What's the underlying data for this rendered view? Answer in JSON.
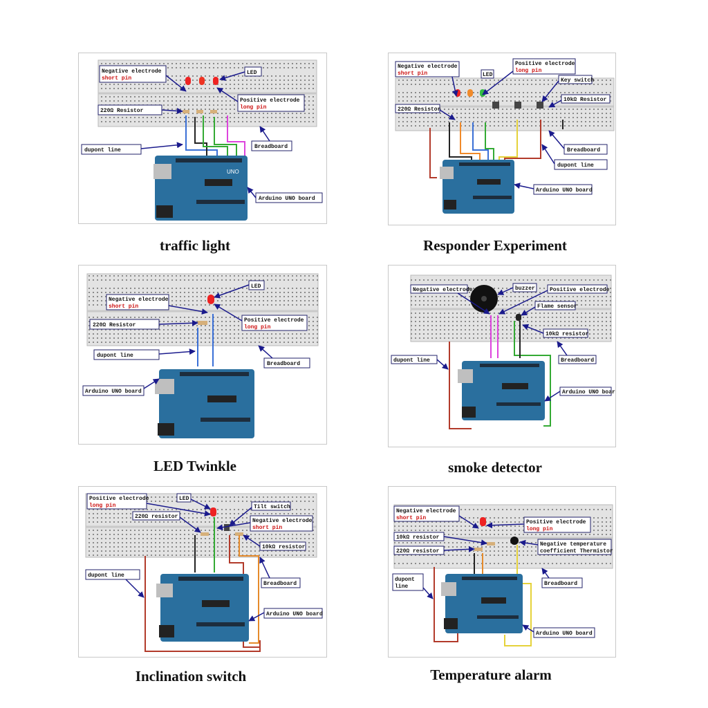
{
  "panels": [
    {
      "caption": "traffic light",
      "labels": {
        "neg": "Negative electrode",
        "neg_sub": "short pin",
        "led": "LED",
        "pos": "Positive electrode",
        "pos_sub": "long pin",
        "res": "220Ω  Resistor",
        "dupont": "dupont line",
        "breadboard": "Breadboard",
        "arduino": "Arduino UNO board"
      }
    },
    {
      "caption": "Responder Experiment",
      "labels": {
        "neg": "Negative electrode",
        "neg_sub": "short pin",
        "led": "LED",
        "pos": "Positive electrode",
        "pos_sub": "long pin",
        "key": "Key switch",
        "res10k": "10kΩ Resistor",
        "res": "220Ω Resistor",
        "breadboard": "Breadboard",
        "dupont": "dupont line",
        "arduino": "Arduino UNO board"
      }
    },
    {
      "caption": "LED Twinkle",
      "labels": {
        "led": "LED",
        "neg": "Negative electrode",
        "neg_sub": "short pin",
        "res": "220Ω  Resistor",
        "pos": "Positive electrode",
        "pos_sub": "long pin",
        "dupont": "dupont line",
        "breadboard": "Breadboard",
        "arduino": "Arduino UNO board"
      }
    },
    {
      "caption": "smoke detector",
      "labels": {
        "neg": "Negative electrode",
        "buzzer": "buzzer",
        "pos": "Positive electrode",
        "flame": "Flame sensor",
        "res10k": "10kΩ resistor",
        "dupont": "dupont line",
        "breadboard": "Breadboard",
        "arduino": "Arduino UNO board"
      }
    },
    {
      "caption": "Inclination switch",
      "labels": {
        "pos": "Positive electrode",
        "pos_sub": "long pin",
        "led": "LED",
        "res": "220Ω resistor",
        "tilt": "Tilt switch",
        "neg": "Negative electrode",
        "neg_sub": "short pin",
        "res10k": "10kΩ resistor",
        "dupont": "dupont line",
        "breadboard": "Breadboard",
        "arduino": "Arduino UNO board"
      }
    },
    {
      "caption": "Temperature alarm",
      "labels": {
        "neg": "Negative electrode",
        "neg_sub": "short pin",
        "pos": "Positive electrode",
        "pos_sub": "long pin",
        "res10k": "10kΩ resistor",
        "ntc": "Negative temperature",
        "ntc_sub": "coefficient Thermistor",
        "res": "220Ω resistor",
        "dupont": "dupont",
        "dupont_sub": "line",
        "breadboard": "Breadboard",
        "arduino": "Arduino UNO board"
      }
    }
  ],
  "board_text": {
    "brand": "UNO"
  },
  "colors": {
    "board": "#2a6f9e",
    "board_dark": "#1d5178",
    "breadboard": "#e3e3e3",
    "callout_border": "#22226a",
    "arrow": "#1a1a8c",
    "wire_blue": "#3a6fd6",
    "wire_green": "#33aa33",
    "wire_pink": "#dd44dd",
    "wire_red": "#b23a2a",
    "wire_yellow": "#e5d23a",
    "wire_black": "#222222",
    "led_red": "#ee2222",
    "led_orange": "#f08a2a",
    "led_green": "#33bb44"
  }
}
